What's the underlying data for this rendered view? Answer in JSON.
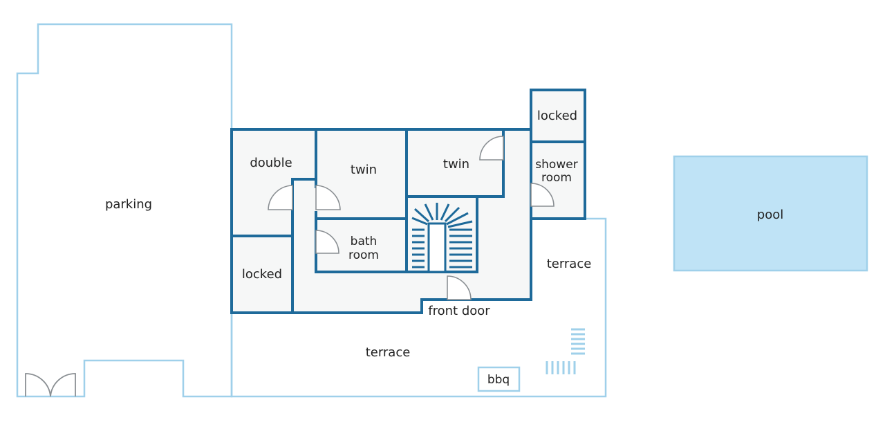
{
  "colors": {
    "wall": "#1e6a9a",
    "outline": "#9fd0ea",
    "pool_fill": "#bfe3f6",
    "room_fill": "#f6f7f7",
    "door_stroke": "#8a8f93"
  },
  "labels": {
    "parking": "parking",
    "double": "double",
    "twin_left": "twin",
    "twin_right": "twin",
    "locked_top": "locked",
    "shower_room_1": "shower",
    "shower_room_2": "room",
    "bath_room_1": "bath",
    "bath_room_2": "room",
    "locked_left": "locked",
    "front_door": "front door",
    "terrace_right": "terrace",
    "terrace_bottom": "terrace",
    "bbq": "bbq",
    "pool": "pool"
  }
}
